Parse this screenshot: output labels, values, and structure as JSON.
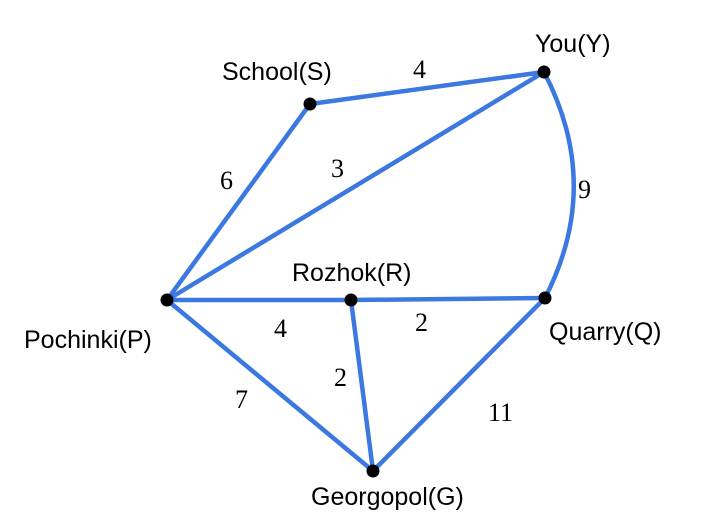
{
  "style": {
    "edge_color": "#3b78e0",
    "node_color": "#000000",
    "background": "#ffffff"
  },
  "nodes": [
    {
      "id": "Y",
      "label": "You(Y)"
    },
    {
      "id": "S",
      "label": "School(S)"
    },
    {
      "id": "P",
      "label": "Pochinki(P)"
    },
    {
      "id": "R",
      "label": "Rozhok(R)"
    },
    {
      "id": "Q",
      "label": "Quarry(Q)"
    },
    {
      "id": "G",
      "label": "Georgopol(G)"
    }
  ],
  "edges": [
    {
      "from": "S",
      "to": "Y",
      "weight": "4"
    },
    {
      "from": "P",
      "to": "S",
      "weight": "6"
    },
    {
      "from": "P",
      "to": "Y",
      "weight": "3"
    },
    {
      "from": "Y",
      "to": "Q",
      "weight": "9"
    },
    {
      "from": "P",
      "to": "R",
      "weight": "4"
    },
    {
      "from": "R",
      "to": "Q",
      "weight": "2"
    },
    {
      "from": "R",
      "to": "G",
      "weight": "2"
    },
    {
      "from": "P",
      "to": "G",
      "weight": "7"
    },
    {
      "from": "Q",
      "to": "G",
      "weight": "11"
    }
  ]
}
